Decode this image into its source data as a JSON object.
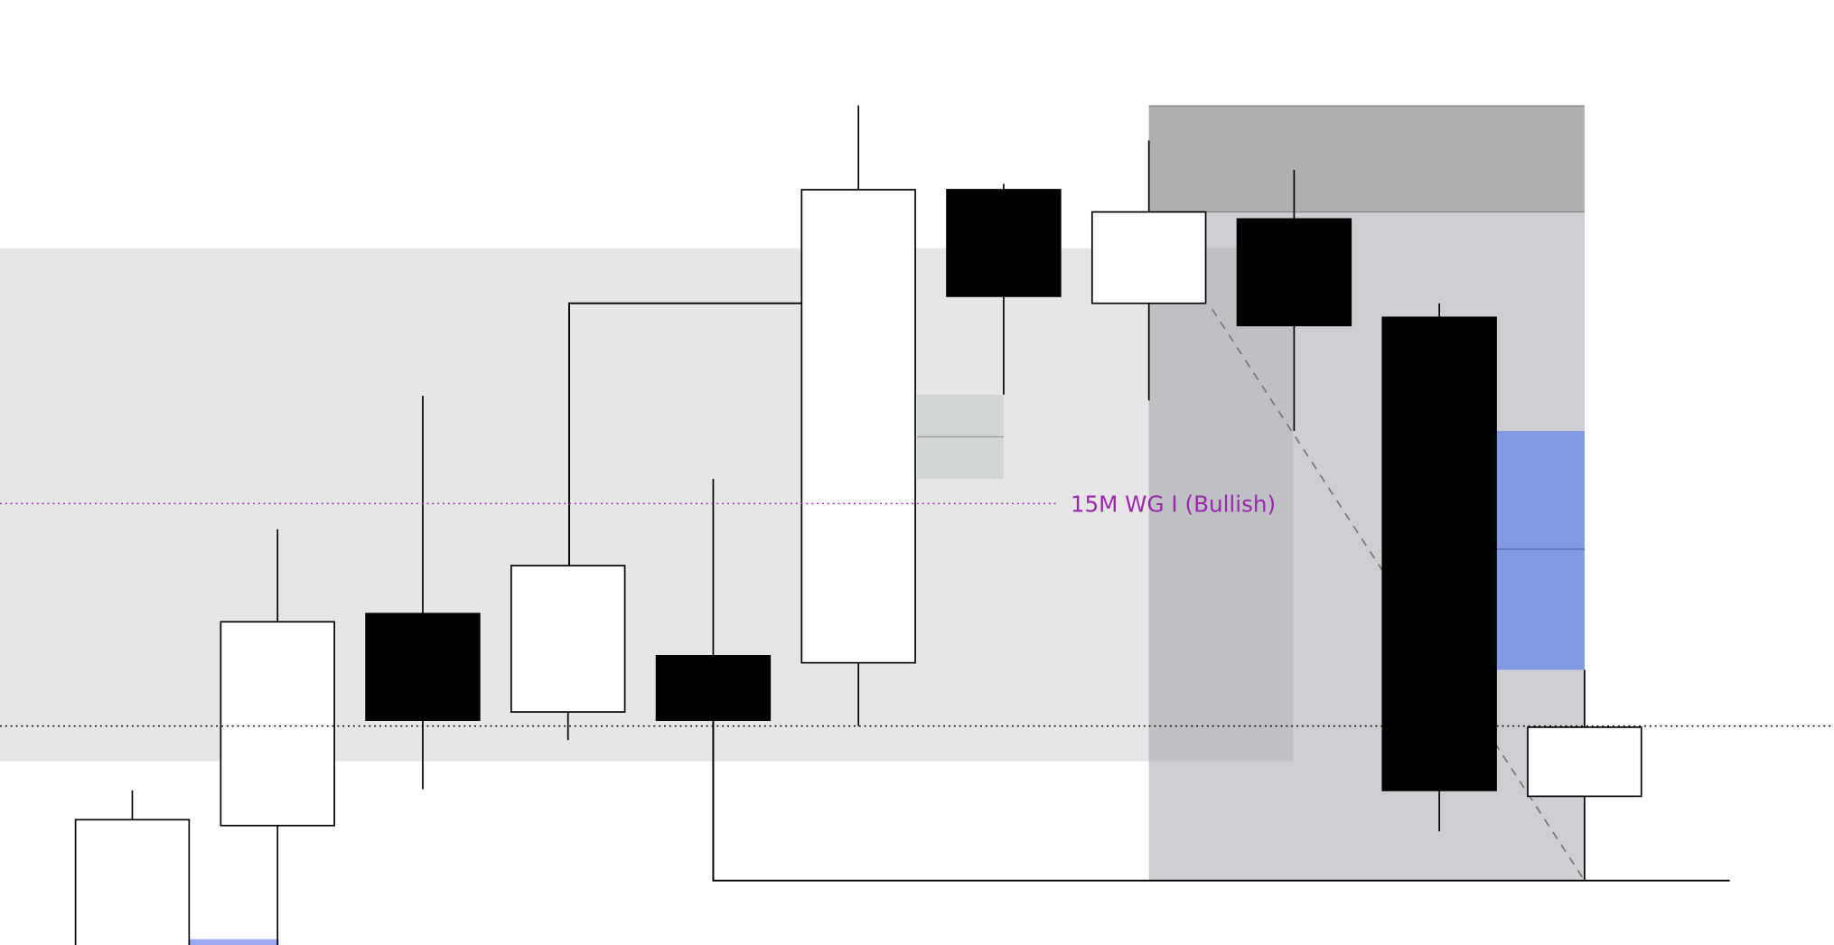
{
  "chart_data": {
    "type": "candlestick",
    "title": "",
    "xlabel": "",
    "ylabel": "",
    "ylim": [
      0,
      807
    ],
    "grid": false,
    "colors": {
      "bull_body": "#ffffff",
      "bear_body": "#000000",
      "outline": "#000000",
      "zone_light": "#e6e6e6",
      "zone_gray": "#cdced2",
      "zone_overlap": "#bfc0c3",
      "zone_top": "#afafaf",
      "zone_small": "#d2d6d3",
      "zone_blue": "#8299e3",
      "zone_blue_small": "#9aa9f0",
      "label_purple": "#9c27b0"
    },
    "candles": [
      {
        "open": -20,
        "high": 132,
        "low": -40,
        "close": 107
      },
      {
        "open": 102,
        "high": 355,
        "low": -10,
        "close": 276
      },
      {
        "open": 283,
        "high": 469,
        "low": 133,
        "close": 192
      },
      {
        "open": 199,
        "high": 324,
        "low": 175,
        "close": 324
      },
      {
        "open": 247,
        "high": 398,
        "low": 192,
        "close": 192
      },
      {
        "open": 241,
        "high": 717,
        "low": 187,
        "close": 645
      },
      {
        "open": 645,
        "high": 650,
        "low": 470,
        "close": 554
      },
      {
        "open": 548,
        "high": 687,
        "low": 465,
        "close": 626
      },
      {
        "open": 620,
        "high": 662,
        "low": 439,
        "close": 529
      },
      {
        "open": 536,
        "high": 548,
        "low": 97,
        "close": 132
      },
      {
        "open": 127,
        "high": 235,
        "low": 55,
        "close": 186
      }
    ],
    "horizontal_levels": [
      {
        "price": 377,
        "style": "dotted",
        "color": "#9c27b0",
        "label": "15M WG I (Bullish)"
      },
      {
        "price": 187,
        "style": "dotted",
        "color": "#000000"
      }
    ]
  }
}
